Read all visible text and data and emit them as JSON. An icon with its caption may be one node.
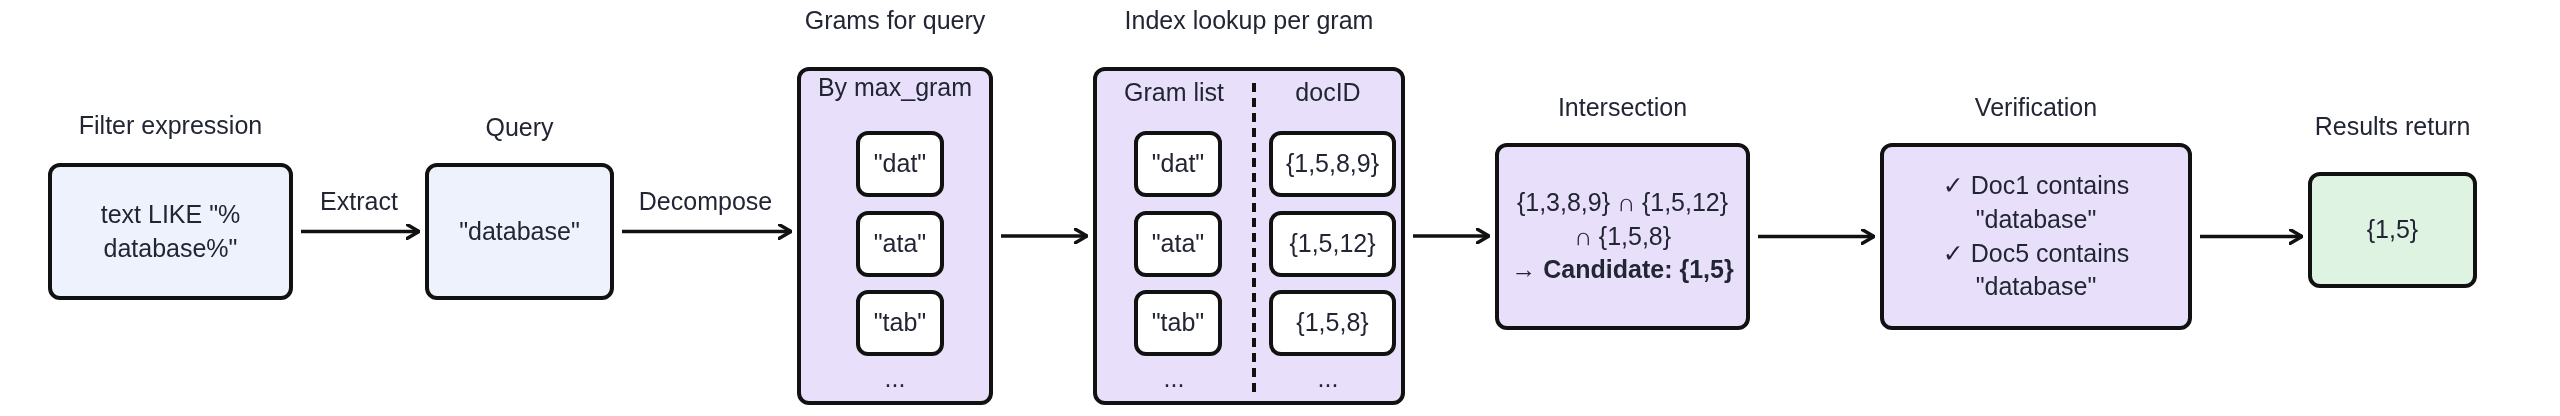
{
  "diagram": {
    "nodes": [
      {
        "text": [
          "Filter expression",
          "text LIKE \"% database%\""
        ]
      },
      {
        "text": [
          "Query",
          "\"database\""
        ]
      },
      {
        "text": [
          "Grams for query",
          "By max_gram",
          "..."
        ]
      },
      {
        "text": [
          "\"dat\""
        ],
        "in": 2
      },
      {
        "text": [
          "\"ata\""
        ],
        "in": 2
      },
      {
        "text": [
          "\"tab\""
        ],
        "in": 2
      },
      {
        "text": [
          "Index lookup per gram",
          "Gram list",
          "docID",
          "...",
          "..."
        ]
      },
      {
        "text": [
          "\"dat\""
        ],
        "in": 6
      },
      {
        "text": [
          "\"ata\""
        ],
        "in": 6
      },
      {
        "text": [
          "\"tab\""
        ],
        "in": 6
      },
      {
        "text": [
          "{1,5,8,9}"
        ],
        "in": 6
      },
      {
        "text": [
          "{1,5,12}"
        ],
        "in": 6
      },
      {
        "text": [
          "{1,5,8}"
        ],
        "in": 6
      },
      {
        "text": [
          "Intersection",
          "{1,3,8,9} ∩ {1,5,12} ∩ {1,5,8}",
          "→ **Candidate: {1,5}**"
        ]
      },
      {
        "text": [
          "Verification",
          "✓ Doc1 contains \"database\"",
          "✓ Doc5 contains \"database\""
        ]
      },
      {
        "text": [
          "Results return",
          "{1,5}"
        ]
      }
    ],
    "edges": [
      {
        "from": 0,
        "to": 1,
        "arrow": "to",
        "label": "Extract"
      },
      {
        "from": 1,
        "to": 2,
        "arrow": "to",
        "label": "Decompose"
      },
      {
        "from": 2,
        "to": 6,
        "arrow": "to"
      },
      {
        "from": 6,
        "to": 13,
        "arrow": "to"
      },
      {
        "from": 13,
        "to": 14,
        "arrow": "to"
      },
      {
        "from": 14,
        "to": 15,
        "arrow": "to"
      }
    ]
  }
}
